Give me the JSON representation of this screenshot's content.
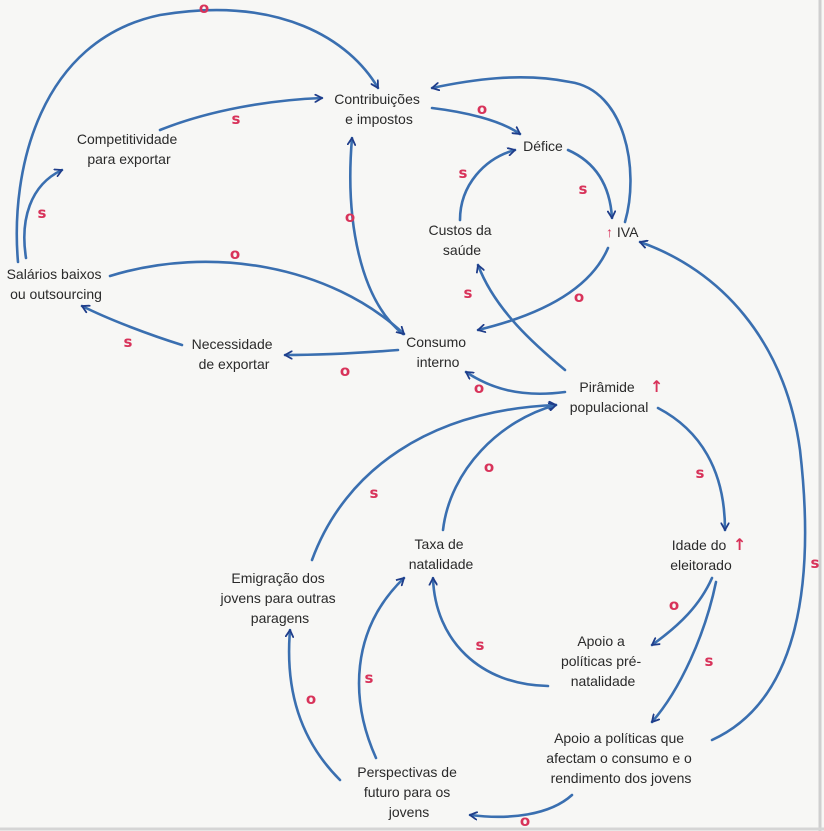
{
  "colors": {
    "arrow": "#3a6fb0",
    "arrowhead": "#1f3d8a",
    "polarity": "#d8335a",
    "text": "#2a2a2a"
  },
  "nodes": {
    "contribuicoes": [
      "Contribuições",
      "e impostos"
    ],
    "competitividade": [
      "Competitividade",
      "para exportar"
    ],
    "defice": [
      "Défice"
    ],
    "custos_saude": [
      "Custos da",
      "saúde"
    ],
    "iva": [
      "IVA"
    ],
    "salarios": [
      "Salários baixos",
      "ou outsourcing"
    ],
    "necessidade": [
      "Necessidade",
      "de exportar"
    ],
    "consumo": [
      "Consumo",
      "interno"
    ],
    "piramide": [
      "Pirâmide",
      "populacional"
    ],
    "taxa": [
      "Taxa de",
      "natalidade"
    ],
    "idade": [
      "Idade do",
      "eleitorado"
    ],
    "emigracao": [
      "Emigração dos",
      "jovens para outras",
      "paragens"
    ],
    "apoio_pre": [
      "Apoio a",
      "políticas pré-",
      "natalidade"
    ],
    "apoio_consumo": [
      "Apoio a políticas que",
      "afectam o consumo e o",
      "rendimento dos jovens"
    ],
    "perspectivas": [
      "Perspectivas de",
      "futuro para os",
      "jovens"
    ]
  },
  "up_marker": "↑",
  "edges": [
    {
      "id": "salarios-contribuicoes",
      "polarity": "o"
    },
    {
      "id": "competitividade-contribuicoes",
      "polarity": "s"
    },
    {
      "id": "contribuicoes-defice",
      "polarity": "o"
    },
    {
      "id": "custos-defice",
      "polarity": "s"
    },
    {
      "id": "defice-iva",
      "polarity": "s"
    },
    {
      "id": "iva-contribuicoes",
      "polarity": ""
    },
    {
      "id": "salarios-competitividade",
      "polarity": "s"
    },
    {
      "id": "consumo-contribuicoes",
      "polarity": "o"
    },
    {
      "id": "salarios-consumo",
      "polarity": "o"
    },
    {
      "id": "iva-consumo",
      "polarity": "o"
    },
    {
      "id": "piramide-custos",
      "polarity": "s"
    },
    {
      "id": "consumo-necessidade",
      "polarity": "o"
    },
    {
      "id": "necessidade-salarios",
      "polarity": "s"
    },
    {
      "id": "piramide-consumo",
      "polarity": "o"
    },
    {
      "id": "piramide-idade",
      "polarity": "s"
    },
    {
      "id": "emigracao-piramide",
      "polarity": "s"
    },
    {
      "id": "taxa-piramide",
      "polarity": "o"
    },
    {
      "id": "idade-apoiopre",
      "polarity": "o"
    },
    {
      "id": "idade-apoioconsumo",
      "polarity": "s"
    },
    {
      "id": "apoiopre-taxa",
      "polarity": "s"
    },
    {
      "id": "perspectivas-taxa",
      "polarity": "s"
    },
    {
      "id": "perspectivas-emigracao",
      "polarity": "o"
    },
    {
      "id": "apoioconsumo-perspectivas",
      "polarity": "o"
    },
    {
      "id": "apoioconsumo-iva",
      "polarity": "s"
    }
  ]
}
